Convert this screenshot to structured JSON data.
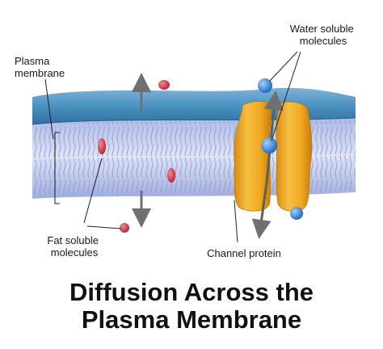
{
  "labels": {
    "plasma_membrane": [
      "Plasma",
      "membrane"
    ],
    "water_soluble": [
      "Water soluble",
      "molecules"
    ],
    "fat_soluble": [
      "Fat soluble",
      "molecules"
    ],
    "channel_protein": "Channel protein"
  },
  "title": {
    "line1": "Diffusion Across the",
    "line2": "Plasma Membrane"
  },
  "colors": {
    "membrane_top": "#4f95c4",
    "membrane_side": "#c3cde9",
    "lipid_tail": "#8e9ad6",
    "channel_protein": "#efa81e",
    "fat_molecule": "#cc3a4a",
    "water_molecule": "#3b8ad8",
    "arrow": "#707070"
  },
  "icons": {
    "arrows": [
      "double-headed arrow through membrane",
      "double-headed arrow through channel protein"
    ]
  }
}
